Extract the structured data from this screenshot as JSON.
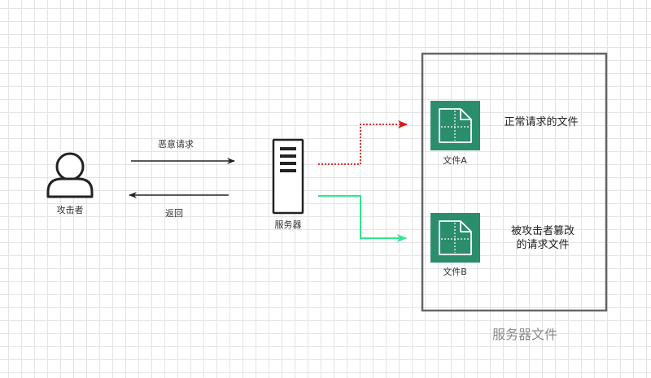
{
  "attacker": {
    "label": "攻击者",
    "icon": "user-icon"
  },
  "request": {
    "label": "恶意请求"
  },
  "response": {
    "label": "返回"
  },
  "server": {
    "label": "服务器",
    "icon": "server-icon"
  },
  "files_container": {
    "label": "服务器文件"
  },
  "file_a": {
    "label": "文件A",
    "description": "正常请求的文件",
    "icon": "file-icon"
  },
  "file_b": {
    "label": "文件B",
    "description_line1": "被攻击者篡改",
    "description_line2": "的请求文件",
    "icon": "file-icon"
  },
  "colors": {
    "file_icon_bg": "#2a8d6c",
    "normal_path": "#d81b1b",
    "tampered_path": "#2ee88c",
    "stroke": "#222222",
    "container_border": "#666666"
  }
}
